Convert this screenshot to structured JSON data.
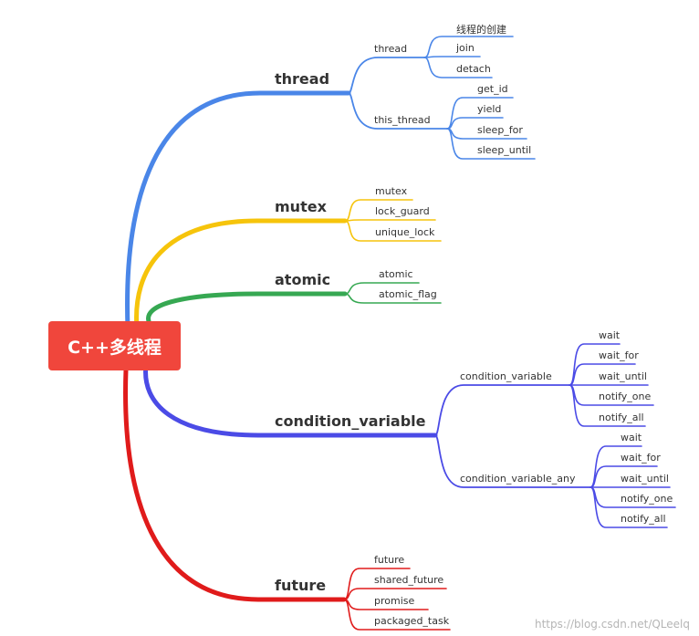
{
  "root": {
    "label": "C++多线程"
  },
  "branches": [
    {
      "id": "thread",
      "label": "thread",
      "color": "#4a86e8",
      "subs": [
        {
          "label": "thread",
          "leaves": [
            "线程的创建",
            "join",
            "detach"
          ]
        },
        {
          "label": "this_thread",
          "leaves": [
            "get_id",
            "yield",
            "sleep_for",
            "sleep_until"
          ]
        }
      ]
    },
    {
      "id": "mutex",
      "label": "mutex",
      "color": "#f6c40b",
      "leaves": [
        "mutex",
        "lock_guard",
        "unique_lock"
      ]
    },
    {
      "id": "atomic",
      "label": "atomic",
      "color": "#36a852",
      "leaves": [
        "atomic",
        "atomic_flag"
      ]
    },
    {
      "id": "condition_variable",
      "label": "condition_variable",
      "color": "#4b4be6",
      "subs": [
        {
          "label": "condition_variable",
          "leaves": [
            "wait",
            "wait_for",
            "wait_until",
            "notify_one",
            "notify_all"
          ]
        },
        {
          "label": "condition_variable_any",
          "leaves": [
            "wait",
            "wait_for",
            "wait_until",
            "notify_one",
            "notify_all"
          ]
        }
      ]
    },
    {
      "id": "future",
      "label": "future",
      "color": "#e01b1b",
      "leaves": [
        "future",
        "shared_future",
        "promise",
        "packaged_task"
      ]
    }
  ],
  "watermark": "https://blog.csdn.net/QLeelq"
}
